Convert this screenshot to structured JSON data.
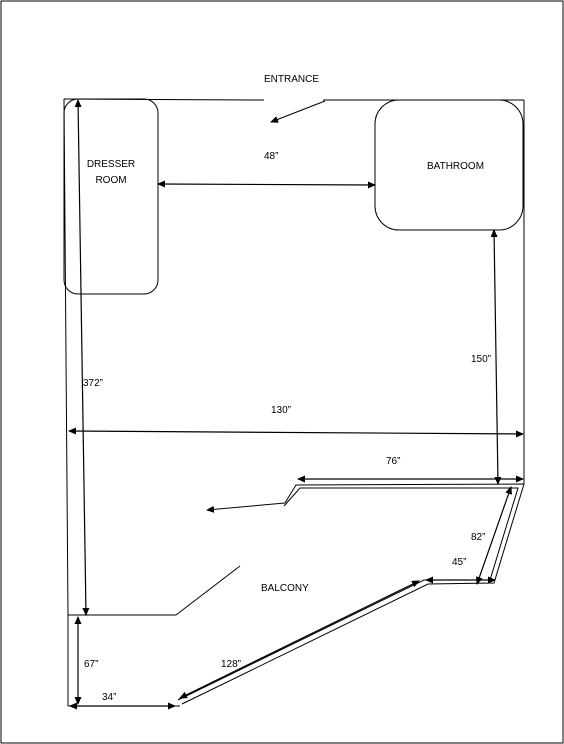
{
  "labels": {
    "entrance": "ENTRANCE",
    "dresser_room_line1": "DRESSER",
    "dresser_room_line2": "ROOM",
    "bathroom": "BATHROOM",
    "balcony": "BALCONY"
  },
  "dimensions": {
    "d48": "48”",
    "d150": "150”",
    "d372": "372”",
    "d130": "130”",
    "d76": "76”",
    "d82": "82”",
    "d45": "45”",
    "d67": "67”",
    "d128": "128”",
    "d34": "34”"
  },
  "colors": {
    "line": "#000000",
    "background": "#ffffff"
  }
}
